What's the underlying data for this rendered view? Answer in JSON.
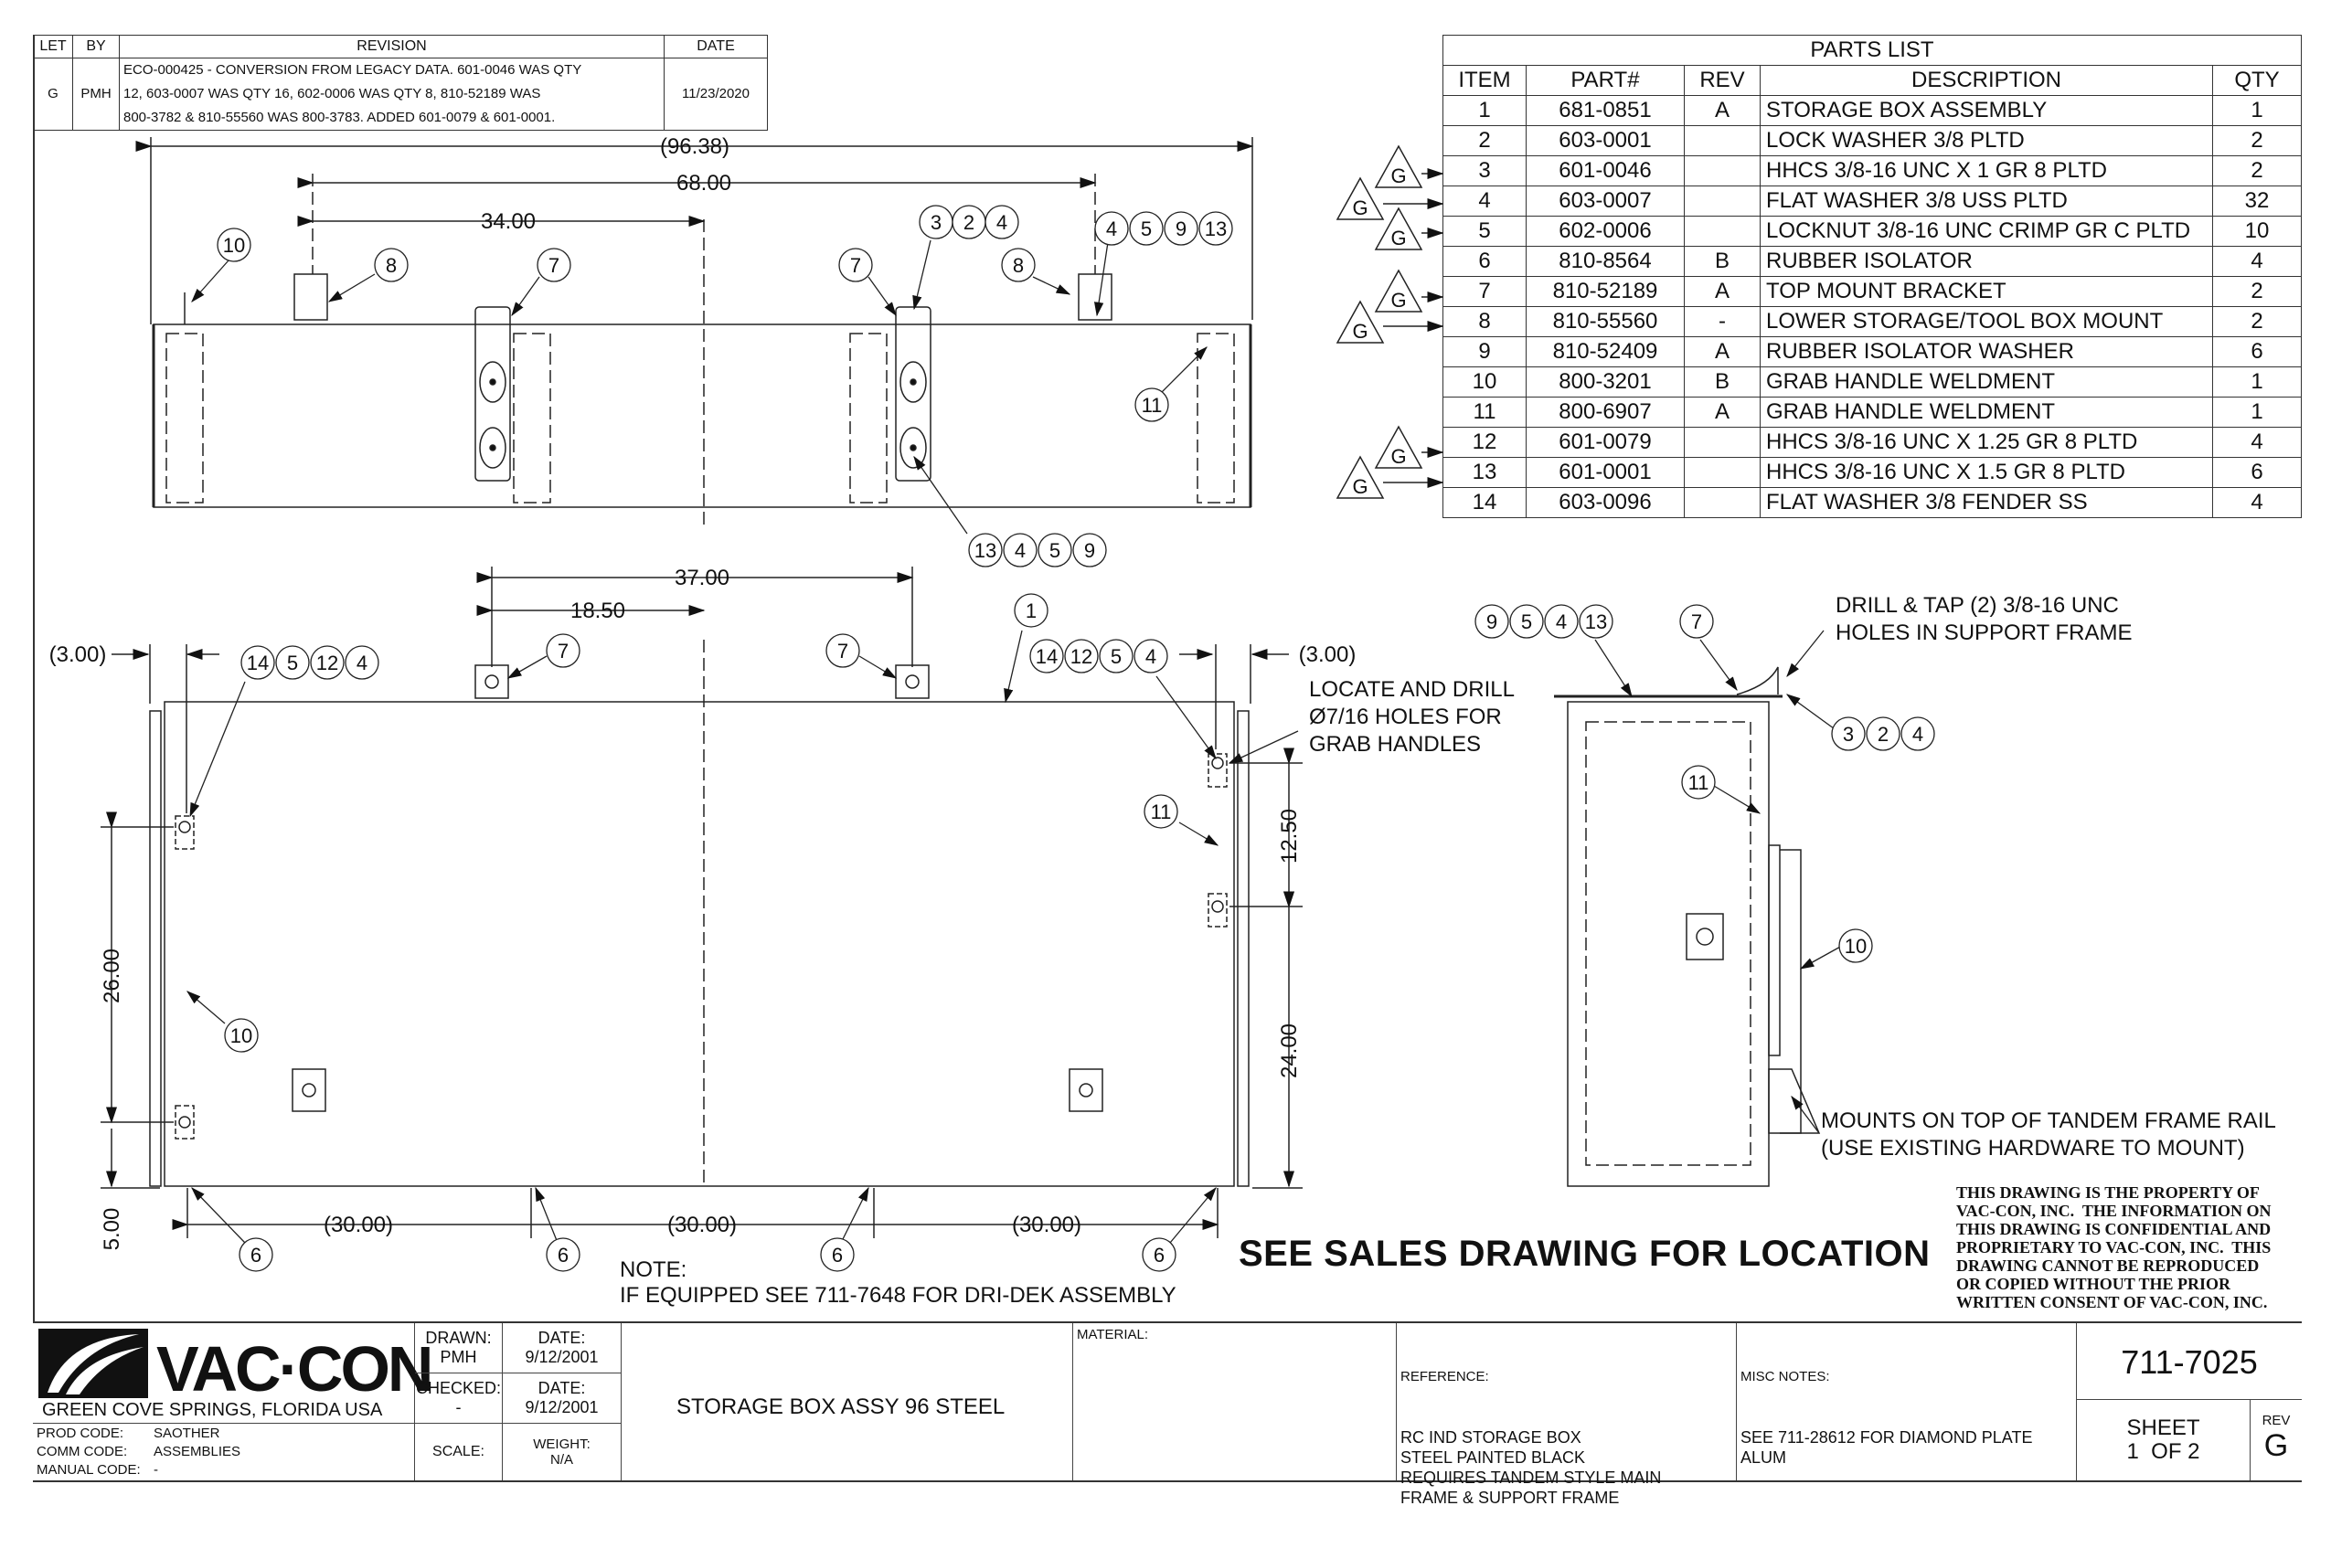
{
  "revision_block": {
    "headers": [
      "LET",
      "BY",
      "REVISION",
      "DATE"
    ],
    "rows": [
      {
        "let": "G",
        "by": "PMH",
        "revision_lines": [
          "ECO-000425 - CONVERSION FROM LEGACY DATA. 601-0046 WAS QTY",
          "12, 603-0007 WAS QTY 16, 602-0006 WAS QTY 8, 810-52189 WAS",
          "800-3782 & 810-55560 WAS 800-3783. ADDED 601-0079 & 601-0001."
        ],
        "date": "11/23/2020"
      }
    ]
  },
  "parts_list": {
    "title": "PARTS LIST",
    "headers": [
      "ITEM",
      "PART#",
      "REV",
      "DESCRIPTION",
      "QTY"
    ],
    "rows": [
      {
        "item": "1",
        "part": "681-0851",
        "rev": "A",
        "desc": "STORAGE BOX ASSEMBLY",
        "qty": "1"
      },
      {
        "item": "2",
        "part": "603-0001",
        "rev": "",
        "desc": "LOCK WASHER 3/8 PLTD",
        "qty": "2"
      },
      {
        "item": "3",
        "part": "601-0046",
        "rev": "",
        "desc": "HHCS 3/8-16 UNC X 1 GR 8 PLTD",
        "qty": "2"
      },
      {
        "item": "4",
        "part": "603-0007",
        "rev": "",
        "desc": "FLAT WASHER 3/8 USS PLTD",
        "qty": "32"
      },
      {
        "item": "5",
        "part": "602-0006",
        "rev": "",
        "desc": "LOCKNUT 3/8-16 UNC CRIMP GR C PLTD",
        "qty": "10"
      },
      {
        "item": "6",
        "part": "810-8564",
        "rev": "B",
        "desc": "RUBBER ISOLATOR",
        "qty": "4"
      },
      {
        "item": "7",
        "part": "810-52189",
        "rev": "A",
        "desc": "TOP MOUNT BRACKET",
        "qty": "2"
      },
      {
        "item": "8",
        "part": "810-55560",
        "rev": "-",
        "desc": "LOWER STORAGE/TOOL BOX MOUNT",
        "qty": "2"
      },
      {
        "item": "9",
        "part": "810-52409",
        "rev": "A",
        "desc": "RUBBER ISOLATOR WASHER",
        "qty": "6"
      },
      {
        "item": "10",
        "part": "800-3201",
        "rev": "B",
        "desc": "GRAB HANDLE WELDMENT",
        "qty": "1"
      },
      {
        "item": "11",
        "part": "800-6907",
        "rev": "A",
        "desc": "GRAB HANDLE WELDMENT",
        "qty": "1"
      },
      {
        "item": "12",
        "part": "601-0079",
        "rev": "",
        "desc": "HHCS 3/8-16 UNC X 1.25 GR 8 PLTD",
        "qty": "4"
      },
      {
        "item": "13",
        "part": "601-0001",
        "rev": "",
        "desc": "HHCS 3/8-16 UNC X 1.5 GR 8 PLTD",
        "qty": "6"
      },
      {
        "item": "14",
        "part": "603-0096",
        "rev": "",
        "desc": "FLAT WASHER 3/8 FENDER SS",
        "qty": "4"
      }
    ],
    "revision_flags": [
      "G",
      "G",
      "G",
      "G",
      "G",
      "G",
      "G",
      "G"
    ]
  },
  "top_view": {
    "dims": {
      "overall": "(96.38)",
      "spacing": "68.00",
      "half": "34.00"
    },
    "balloons": [
      "10",
      "8",
      "7",
      "7",
      "3",
      "2",
      "4",
      "8",
      "4",
      "5",
      "9",
      "13",
      "11",
      "13",
      "4",
      "5",
      "9"
    ]
  },
  "front_view": {
    "dims": {
      "spacing": "37.00",
      "half": "18.50",
      "left_offset": "(3.00)",
      "right_offset": "(3.00)",
      "vert_left": "26.00",
      "vert_bottom": "5.00",
      "vert_right_top": "12.50",
      "vert_right_bottom": "24.00",
      "bottom_spacing": [
        "(30.00)",
        "(30.00)",
        "(30.00)"
      ]
    },
    "balloons": [
      "14",
      "5",
      "12",
      "4",
      "7",
      "7",
      "1",
      "14",
      "12",
      "5",
      "4",
      "11",
      "10",
      "6",
      "6",
      "6",
      "6"
    ],
    "annotation_drill": "LOCATE AND DRILL\nØ7/16 HOLES FOR\nGRAB HANDLES"
  },
  "side_view": {
    "balloons": [
      "9",
      "5",
      "4",
      "13",
      "7",
      "3",
      "2",
      "4",
      "11",
      "10"
    ],
    "annotation_tap": "DRILL & TAP (2) 3/8-16 UNC\nHOLES IN SUPPORT FRAME",
    "annotation_mount": "MOUNTS ON TOP OF TANDEM FRAME RAIL\n(USE EXISTING HARDWARE TO MOUNT)"
  },
  "notes": {
    "note_title": "NOTE:",
    "note_text": "IF EQUIPPED SEE 711-7648 FOR DRI-DEK ASSEMBLY",
    "see_sales": "SEE SALES DRAWING FOR LOCATION",
    "proprietary": "THIS DRAWING IS THE PROPERTY OF\nVAC-CON, INC.  THE INFORMATION ON\nTHIS DRAWING IS CONFIDENTIAL AND\nPROPRIETARY TO VAC-CON, INC.  THIS\nDRAWING CANNOT BE REPRODUCED\nOR COPIED WITHOUT THE PRIOR\nWRITTEN CONSENT OF VAC-CON, INC."
  },
  "title_block": {
    "company": "VAC·CON",
    "location": "GREEN COVE SPRINGS, FLORIDA USA",
    "prod_code_label": "PROD CODE:",
    "prod_code": "SAOTHER",
    "comm_code_label": "COMM CODE:",
    "comm_code": "ASSEMBLIES",
    "manual_code_label": "MANUAL CODE:",
    "manual_code": "-",
    "drawn_label": "DRAWN:",
    "drawn_by": "PMH",
    "drawn_date_label": "DATE:",
    "drawn_date": "9/12/2001",
    "checked_label": "CHECKED:",
    "checked_by": "-",
    "checked_date_label": "DATE:",
    "checked_date": "9/12/2001",
    "scale_label": "SCALE:",
    "scale": "",
    "weight_label": "WEIGHT:",
    "weight": "N/A",
    "title": "STORAGE BOX ASSY 96 STEEL",
    "material_label": "MATERIAL:",
    "material": "",
    "reference_label": "REFERENCE:",
    "reference": "RC IND STORAGE BOX\nSTEEL PAINTED BLACK\nREQUIRES TANDEM STYLE MAIN\nFRAME & SUPPORT FRAME",
    "misc_label": "MISC NOTES:",
    "misc": "SEE 711-28612 FOR DIAMOND PLATE\nALUM",
    "drawing_number": "711-7025",
    "sheet_label": "SHEET",
    "sheet": "1  OF 2",
    "rev_label": "REV",
    "rev": "G"
  }
}
